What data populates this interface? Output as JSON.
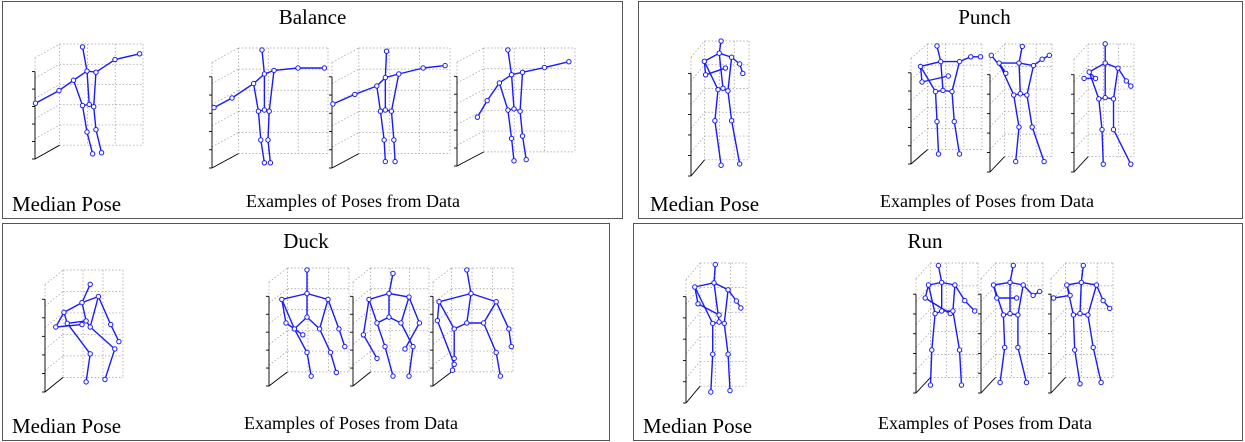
{
  "panels": [
    {
      "id": "balance",
      "title": "Balance",
      "median_label": "Median Pose",
      "examples_label": "Examples of Poses from Data"
    },
    {
      "id": "punch",
      "title": "Punch",
      "median_label": "Median Pose",
      "examples_label": "Examples of Poses from Data"
    },
    {
      "id": "duck",
      "title": "Duck",
      "median_label": "Median Pose",
      "examples_label": "Examples of Poses from Data"
    },
    {
      "id": "run",
      "title": "Run",
      "median_label": "Median Pose",
      "examples_label": "Examples of Poses from Data"
    }
  ],
  "colors": {
    "skeleton": "#1a1aff",
    "grid": "#9a9a9a",
    "border": "#555555"
  }
}
